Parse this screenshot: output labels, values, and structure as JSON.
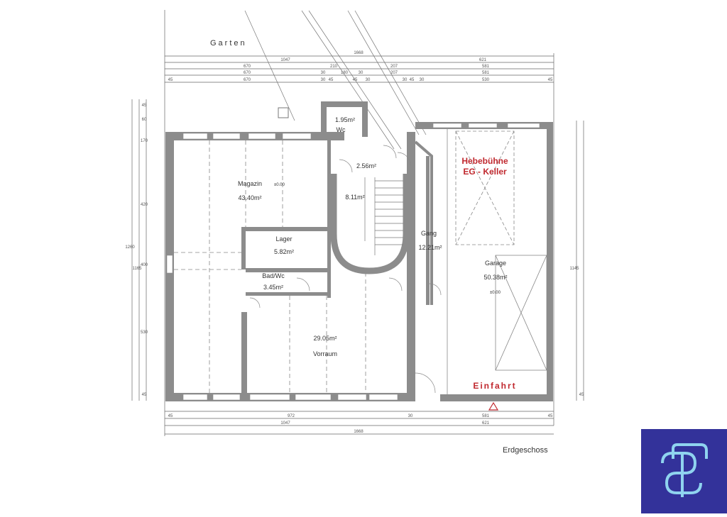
{
  "plan": {
    "garden_label": "Garten",
    "floor_label": "Erdgeschoss",
    "lift_label_line1": "Hebebühne",
    "lift_label_line2": "EG - Keller",
    "entrance_label": "Einfahrt",
    "accent_color": "#c0282e",
    "wall_color": "#8c8c8c",
    "rooms": [
      {
        "name": "Magazin",
        "area": "43.40m²"
      },
      {
        "name": "Lager",
        "area": "5.82m²"
      },
      {
        "name": "Bad/Wc",
        "area": "3.45m²"
      },
      {
        "name": "Vorraum",
        "area": "29.05m²"
      },
      {
        "name": "Gang",
        "area": "12.21m²"
      },
      {
        "name": "Garage",
        "area": "50.38m²"
      },
      {
        "name": "Wc",
        "area": "1.95m²"
      },
      {
        "name": "",
        "area": "2.56m²"
      },
      {
        "name": "",
        "area": "8.11m²"
      }
    ],
    "levels": {
      "magazin": "±0.00",
      "garage": "±0.00"
    },
    "dims_top": [
      "1668",
      "1047",
      "621",
      "670",
      "210",
      "207",
      "581",
      "670",
      "30",
      "180",
      "30",
      "207",
      "581",
      "45",
      "670",
      "30",
      "45",
      "45",
      "30",
      "30",
      "45",
      "30",
      "530",
      "45"
    ],
    "dims_bottom": [
      "45",
      "972",
      "30",
      "581",
      "45",
      "1047",
      "621",
      "1668"
    ],
    "dims_left": [
      "1260",
      "1165",
      "45",
      "60",
      "170",
      "420",
      "400",
      "530",
      "45"
    ],
    "dims_right": [
      "1145",
      "45"
    ]
  },
  "logo": {
    "icon": "sp-monogram-icon",
    "color": "#33329a"
  }
}
